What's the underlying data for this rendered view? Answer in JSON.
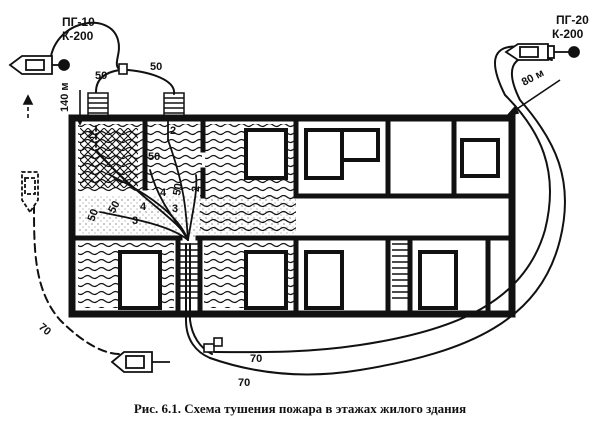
{
  "hydrants": {
    "left": {
      "id": "ПГ-10",
      "type": "К-200"
    },
    "right": {
      "id": "ПГ-20",
      "type": "К-200"
    }
  },
  "distances": {
    "left_hose": "140 м",
    "right_hose": "80 м"
  },
  "hose_labels": {
    "top_a": "50",
    "top_b": "50",
    "bottom_a": "70",
    "bottom_b": "70",
    "left_dashed": "70"
  },
  "inner_labels": {
    "n2a": "2",
    "n2b": "2",
    "n2c": "2",
    "n3a": "3",
    "n3b": "3",
    "n4a": "4",
    "n4b": "4",
    "n50a": "50",
    "n50b": "50",
    "n50c": "50",
    "n50d": "50"
  },
  "colors": {
    "ink": "#111111",
    "paper": "#ffffff"
  },
  "caption": "Рис. 6.1. Схема тушения пожара в этажах жилого здания"
}
